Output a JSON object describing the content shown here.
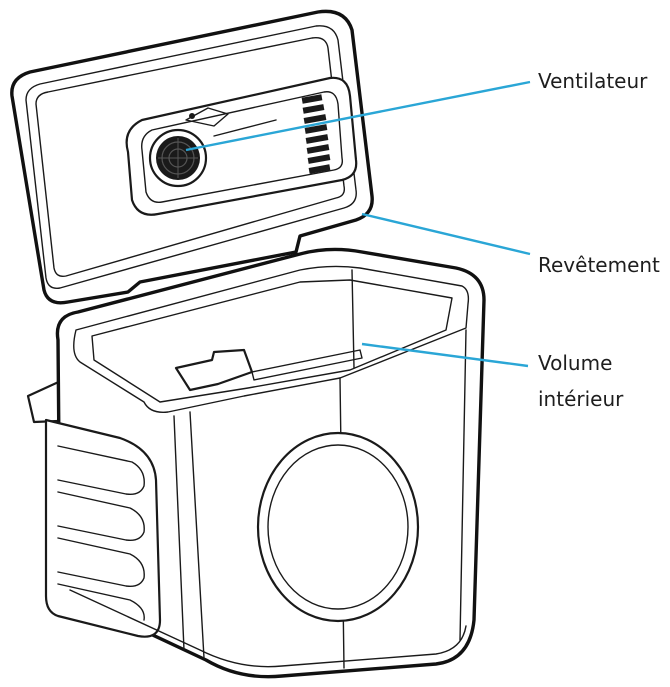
{
  "callouts": {
    "fan": {
      "label": "Ventilateur"
    },
    "coating": {
      "label": "Revêtement"
    },
    "interior": {
      "line1": "Volume",
      "line2": "intérieur"
    }
  },
  "colors": {
    "leader_line": "#2aa6d6",
    "outline": "#1a1a1a",
    "text": "#1e1e1e"
  }
}
